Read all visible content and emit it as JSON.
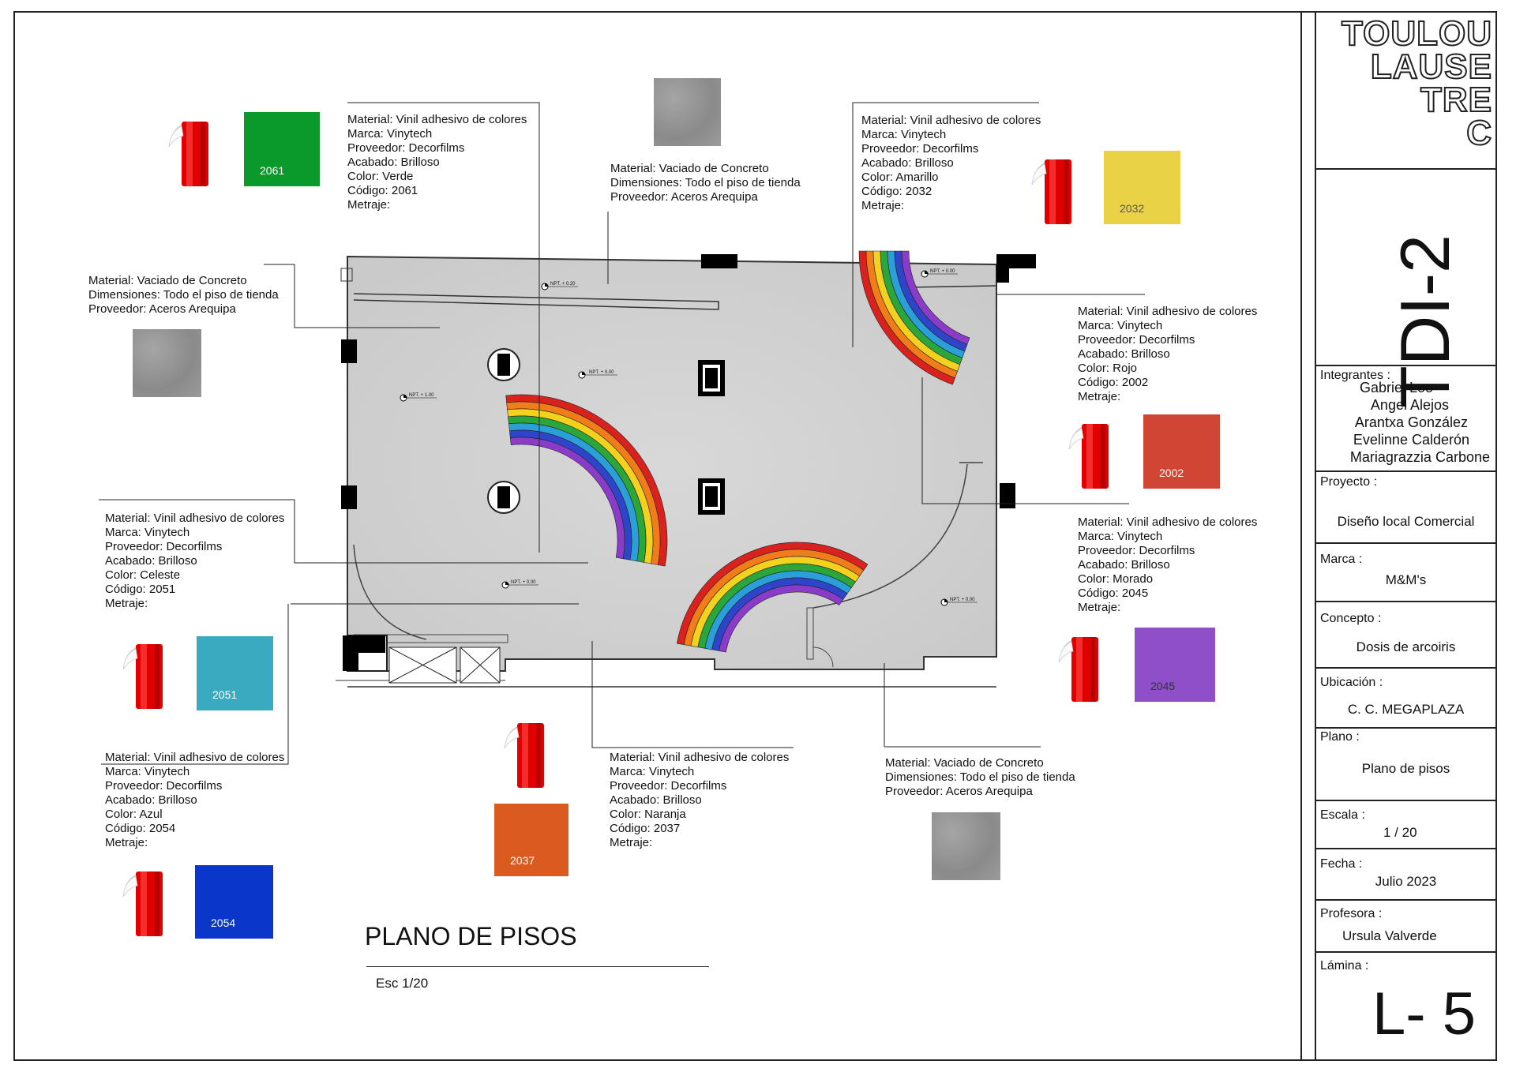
{
  "plan": {
    "title": "PLANO DE PISOS",
    "scale": "Esc 1/20",
    "levels": [
      "NPT. + 0.20",
      "NPT. + 0.00",
      "NPT. + 1.00",
      "NPT. + 0.00",
      "NPT. + 0.00",
      "NPT. + 0.00"
    ]
  },
  "title_block": {
    "logo_lines": [
      "TOULOU",
      "LAUSE",
      "TRE",
      "C"
    ],
    "code": "TDI-2",
    "integrantes_label": "Integrantes :",
    "integrantes": [
      "Gabriel Loo",
      "Angel Alejos",
      "Arantxa González",
      "Evelinne Calderón",
      "Mariagrazzia Carbone"
    ],
    "proyecto_label": "Proyecto :",
    "proyecto": "Diseño local Comercial",
    "marca_label": "Marca :",
    "marca": "M&M's",
    "concepto_label": "Concepto :",
    "concepto": "Dosis de arcoiris",
    "ubicacion_label": "Ubicación :",
    "ubicacion": "C. C. MEGAPLAZA",
    "plano_label": "Plano :",
    "plano": "Plano de pisos",
    "escala_label": "Escala :",
    "escala": "1 / 20",
    "fecha_label": "Fecha :",
    "fecha": "Julio 2023",
    "profesora_label": "Profesora :",
    "profesora": "Ursula Valverde",
    "lamina_label": "Lámina :",
    "lamina": "L- 5"
  },
  "notes": {
    "verde": [
      "Material: Vinil adhesivo de colores",
      "Marca: Vinytech",
      "Proveedor: Decorfilms",
      "Acabado: Brilloso",
      "Color: Verde",
      "Código: 2061",
      "Metraje:"
    ],
    "concreto_top": [
      "Material: Vaciado de Concreto",
      "Dimensiones: Todo el piso de tienda",
      "Proveedor: Aceros Arequipa"
    ],
    "amarillo": [
      "Material: Vinil adhesivo de colores",
      "Marca: Vinytech",
      "Proveedor: Decorfilms",
      "Acabado: Brilloso",
      "Color: Amarillo",
      "Código: 2032",
      "Metraje:"
    ],
    "concreto_left": [
      "Material: Vaciado de Concreto",
      "Dimensiones: Todo el piso de tienda",
      "Proveedor: Aceros Arequipa"
    ],
    "rojo": [
      "Material: Vinil adhesivo de colores",
      "Marca: Vinytech",
      "Proveedor: Decorfilms",
      "Acabado: Brilloso",
      "Color: Rojo",
      "Código: 2002",
      "Metraje:"
    ],
    "celeste": [
      "Material: Vinil adhesivo de colores",
      "Marca: Vinytech",
      "Proveedor: Decorfilms",
      "Acabado: Brilloso",
      "Color: Celeste",
      "Código: 2051",
      "Metraje:"
    ],
    "morado": [
      "Material: Vinil adhesivo de colores",
      "Marca: Vinytech",
      "Proveedor: Decorfilms",
      "Acabado: Brilloso",
      "Color: Morado",
      "Código: 2045",
      "Metraje:"
    ],
    "azul": [
      "Material: Vinil adhesivo de colores",
      "Marca: Vinytech",
      "Proveedor: Decorfilms",
      "Acabado: Brilloso",
      "Color: Azul",
      "Código: 2054",
      "Metraje:"
    ],
    "naranja": [
      "Material: Vinil adhesivo de colores",
      "Marca: Vinytech",
      "Proveedor: Decorfilms",
      "Acabado: Brilloso",
      "Color: Naranja",
      "Código: 2037",
      "Metraje:"
    ],
    "concreto_bottom": [
      "Material: Vaciado de Concreto",
      "Dimensiones: Todo el piso de tienda",
      "Proveedor: Aceros Arequipa"
    ]
  },
  "swatches": {
    "verde": {
      "code": "2061",
      "color": "#0a9a2c"
    },
    "amarillo": {
      "code": "2032",
      "color": "#ead247"
    },
    "rojo": {
      "code": "2002",
      "color": "#d14535"
    },
    "celeste": {
      "code": "2051",
      "color": "#3aaac0"
    },
    "morado": {
      "code": "2045",
      "color": "#8f4fc9"
    },
    "azul": {
      "code": "2054",
      "color": "#0a37c9"
    },
    "naranja": {
      "code": "2037",
      "color": "#db5a20"
    }
  },
  "rainbow_colors": [
    "#d9221e",
    "#f07c1a",
    "#f2d21f",
    "#2aa63a",
    "#2a9fd8",
    "#2f45c9",
    "#8a3cc8"
  ]
}
